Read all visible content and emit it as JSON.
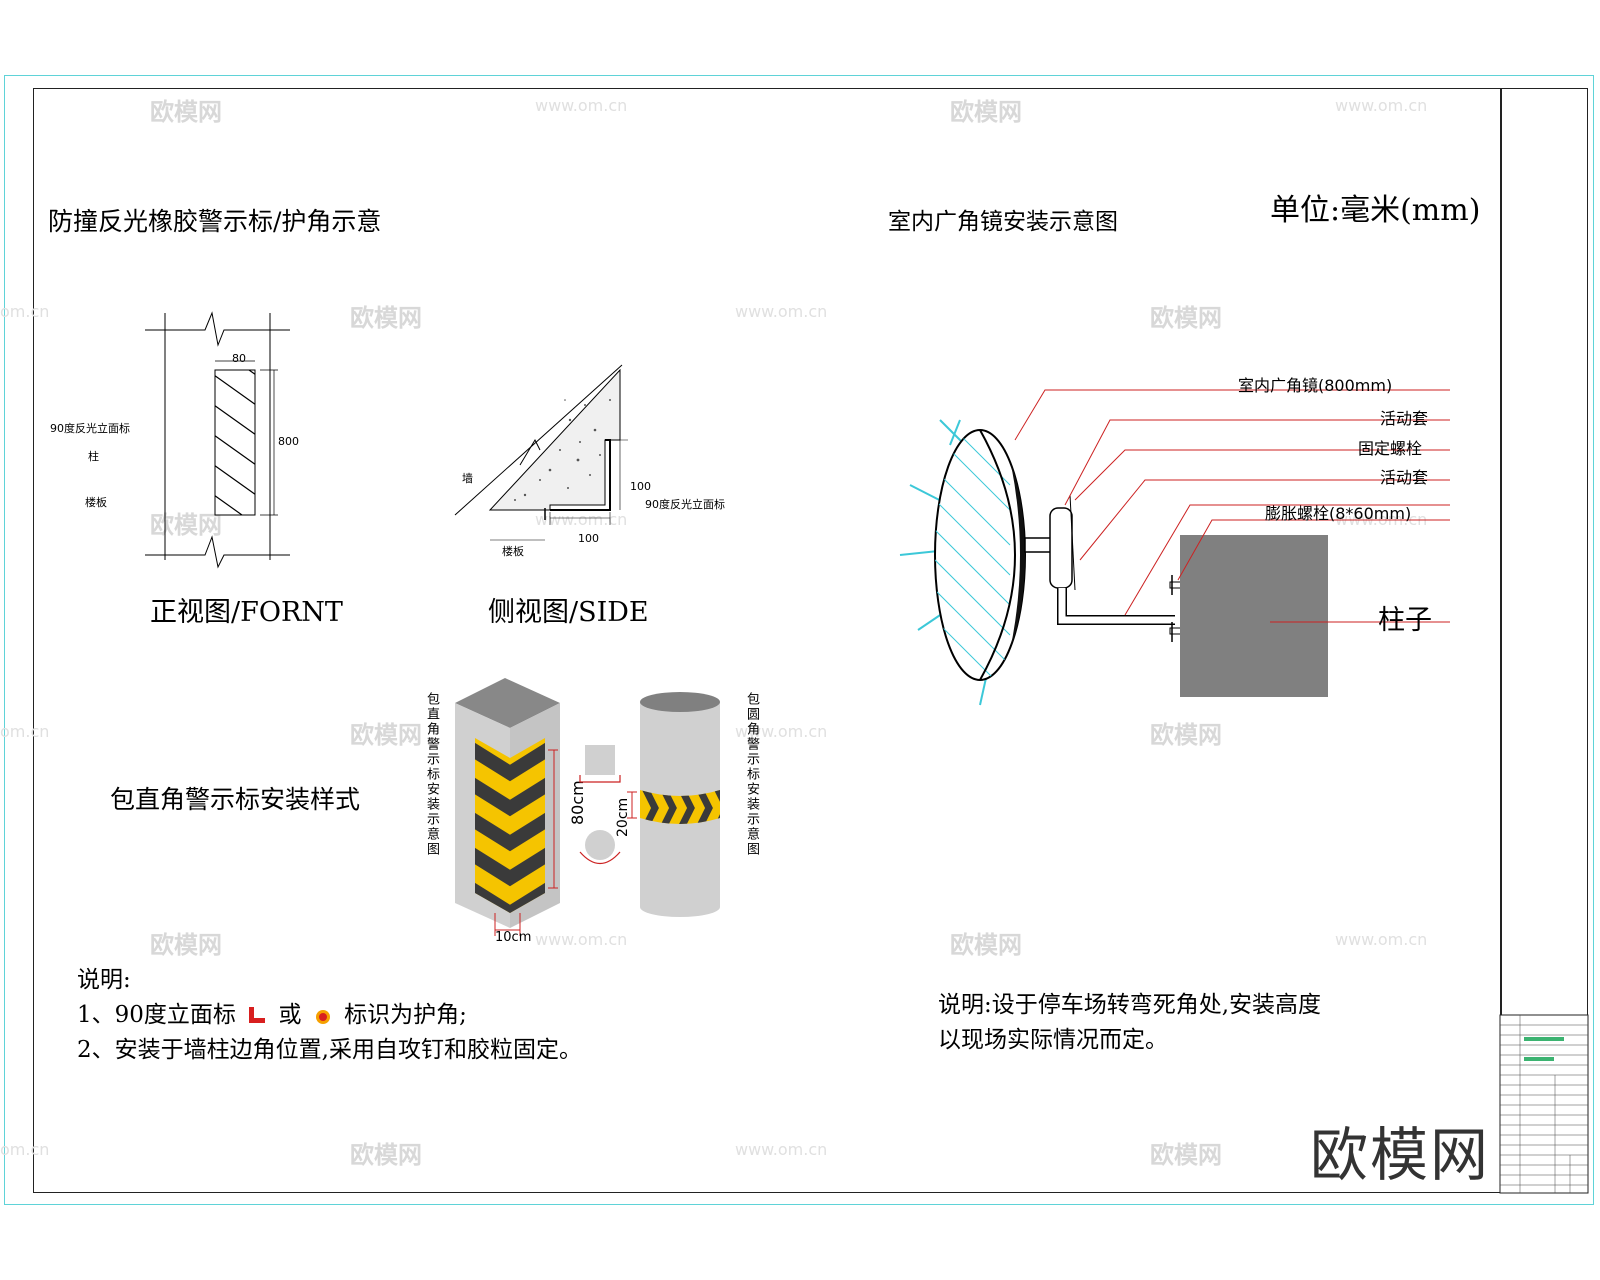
{
  "left": {
    "title": "防撞反光橡胶警示标/护角示意",
    "front_view_caption": "正视图/FORNT",
    "side_view_caption": "侧视图/SIDE",
    "front_labels": {
      "width_dim": "80",
      "height_dim": "800",
      "mark_label": "90度反光立面标",
      "column_label": "柱",
      "floor_label": "楼板"
    },
    "side_labels": {
      "wall_label": "墙",
      "dim_100_v": "100",
      "dim_100_h": "100",
      "mark_label": "90度反光立面标",
      "floor_label": "楼板"
    },
    "install_title": "包直角警示标安装样式",
    "square_vertical": "包直角警示标安装示意图",
    "round_vertical": "包圆角警示标安装示意图",
    "dim_80cm": "80cm",
    "dim_20cm": "20cm",
    "dim_10cm": "10cm",
    "notes_heading": "说明:",
    "note1_a": "1、90度立面标",
    "note1_b": "或",
    "note1_c": "标识为护角;",
    "note2": "2、安装于墙柱边角位置,采用自攻钉和胶粒固定。"
  },
  "right": {
    "title": "室内广角镜安装示意图",
    "unit": "单位:毫米(mm)",
    "callouts": [
      "室内广角镜(800mm)",
      "活动套",
      "固定螺栓",
      "活动套",
      "膨胀螺栓(8*60mm)"
    ],
    "pillar_label": "柱子",
    "note_line1": "说明:设于停车场转弯死角处,安装高度",
    "note_line2": "以现场实际情况而定。"
  },
  "watermark": {
    "brand": "欧模网",
    "url": "www.om.cn",
    "url_short": "om.cn"
  },
  "colors": {
    "frame_cyan": "#5fd3d8",
    "stripe_yellow": "#f5c400",
    "stripe_dark": "#3a3a3a",
    "column_grey": "#d2d2d2",
    "pillar_grey": "#808080",
    "leader_red": "#cc2222",
    "ray_cyan": "#3cc8d8"
  }
}
